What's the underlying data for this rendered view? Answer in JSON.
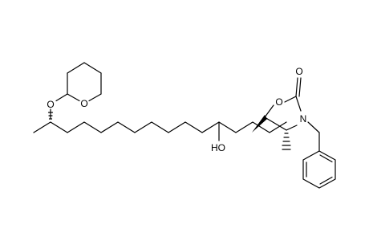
{
  "molecule": {
    "atom_labels": {
      "oxazolidinone_ring_o": "O",
      "carbonyl_o": "O",
      "ring_n": "N",
      "hydroxyl": "HO",
      "ether_o": "O",
      "thp_ring_o": "O"
    },
    "colors": {
      "bond": "#000000",
      "label": "#000000",
      "background": "#ffffff"
    }
  }
}
